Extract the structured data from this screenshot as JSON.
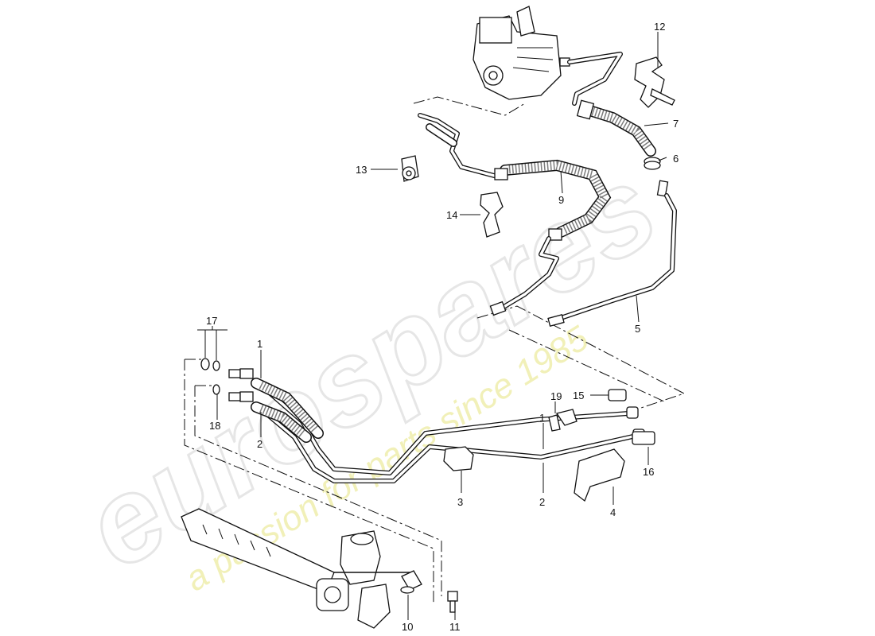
{
  "watermark": {
    "brand": "eurospares",
    "tagline": "a passion for parts since 1985"
  },
  "callouts": [
    {
      "id": "c1a",
      "text": "1"
    },
    {
      "id": "c1b",
      "text": "1"
    },
    {
      "id": "c2a",
      "text": "2"
    },
    {
      "id": "c2b",
      "text": "2"
    },
    {
      "id": "c3",
      "text": "3"
    },
    {
      "id": "c4",
      "text": "4"
    },
    {
      "id": "c5",
      "text": "5"
    },
    {
      "id": "c6",
      "text": "6"
    },
    {
      "id": "c7",
      "text": "7"
    },
    {
      "id": "c9",
      "text": "9"
    },
    {
      "id": "c10",
      "text": "10"
    },
    {
      "id": "c11",
      "text": "11"
    },
    {
      "id": "c12",
      "text": "12"
    },
    {
      "id": "c13",
      "text": "13"
    },
    {
      "id": "c14",
      "text": "14"
    },
    {
      "id": "c15",
      "text": "15"
    },
    {
      "id": "c16",
      "text": "16"
    },
    {
      "id": "c17",
      "text": "17"
    },
    {
      "id": "c18",
      "text": "18"
    },
    {
      "id": "c19",
      "text": "19"
    }
  ]
}
